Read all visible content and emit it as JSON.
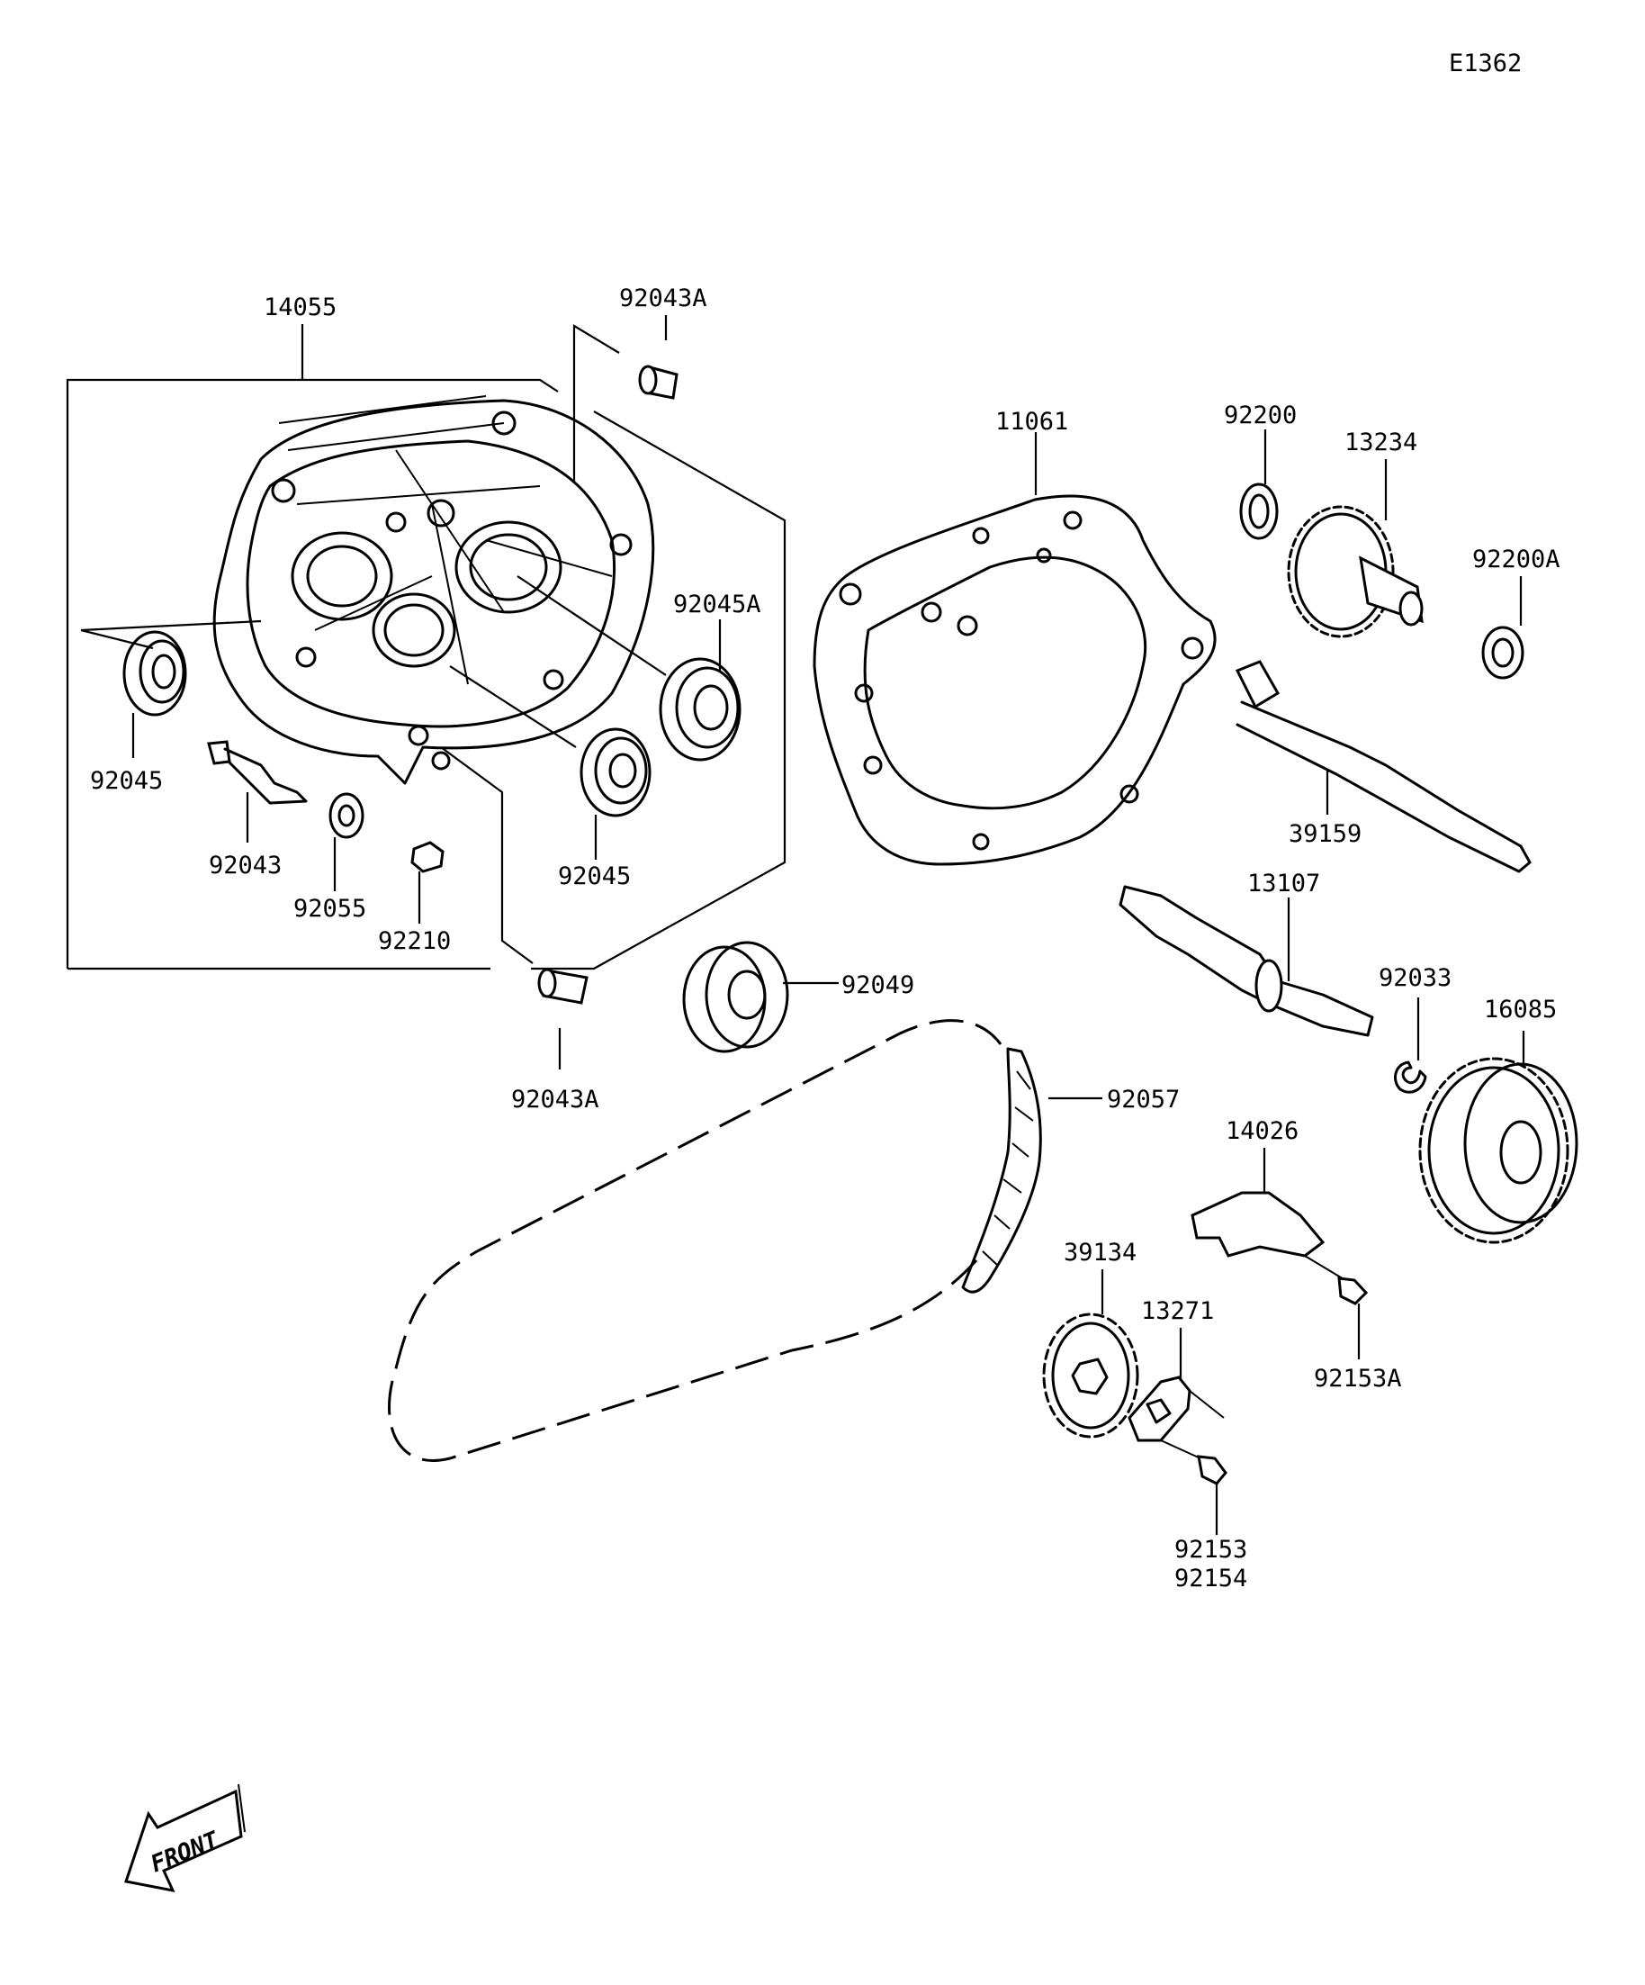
{
  "diagram_id": "E1362",
  "front_marker": "FRONT",
  "labels": {
    "p14055": "14055",
    "p92043A_top": "92043A",
    "p92043A_bottom": "92043A",
    "p92045_left": "92045",
    "p92045_mid": "92045",
    "p92045A": "92045A",
    "p92043": "92043",
    "p92055": "92055",
    "p92210": "92210",
    "p11061": "11061",
    "p92200": "92200",
    "p13234": "13234",
    "p92200A": "92200A",
    "p39159": "39159",
    "p13107": "13107",
    "p92033": "92033",
    "p16085": "16085",
    "p92049": "92049",
    "p92057": "92057",
    "p14026": "14026",
    "p39134": "39134",
    "p13271": "13271",
    "p92153A": "92153A",
    "p92153": "92153",
    "p92154": "92154"
  },
  "colors": {
    "line": "#000000",
    "background": "#ffffff"
  }
}
